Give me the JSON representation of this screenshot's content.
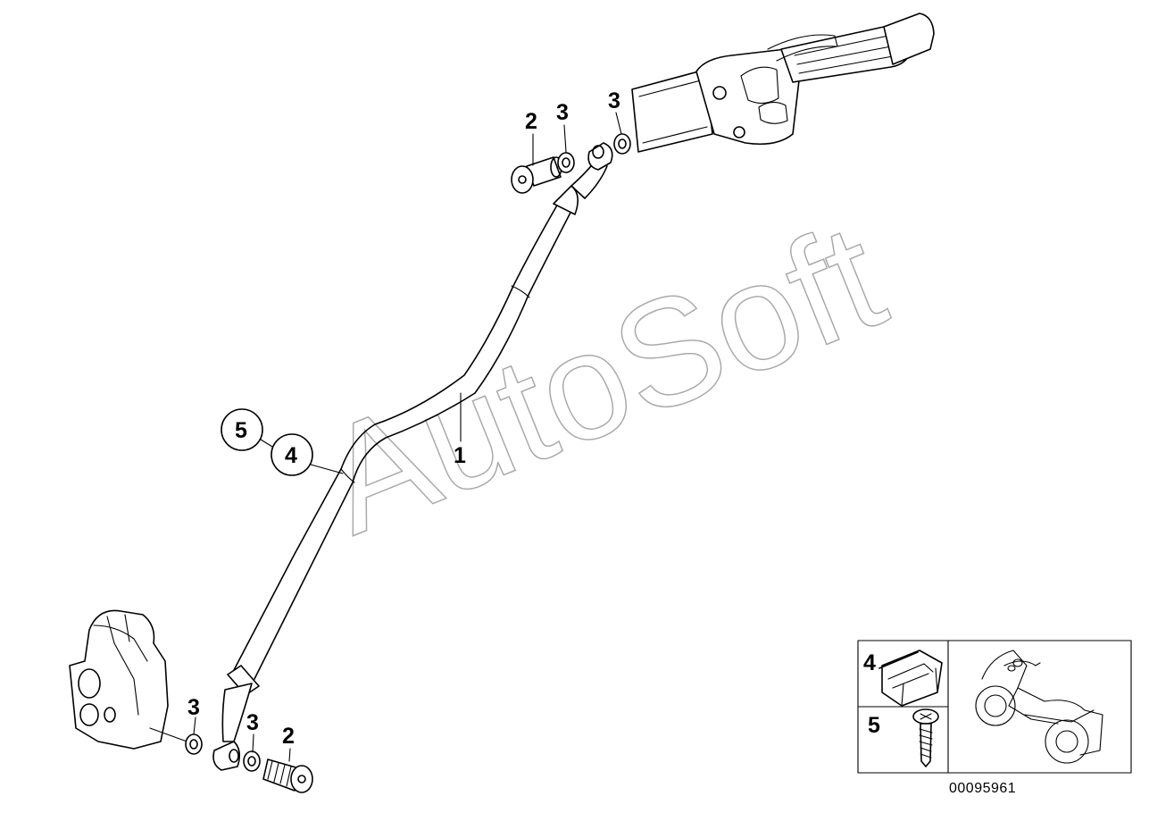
{
  "diagram": {
    "watermark": "AutoSoft",
    "reference_number": "00095961",
    "callouts": {
      "hose": "1",
      "bolt_top": "2",
      "bolt_bottom": "2",
      "washer_top_left": "3",
      "washer_top_right": "3",
      "washer_bottom_left": "3",
      "washer_bottom_right": "3",
      "clip_circle": "4",
      "screw_circle": "5"
    },
    "inset": {
      "clip_label": "4",
      "screw_label": "5"
    }
  }
}
